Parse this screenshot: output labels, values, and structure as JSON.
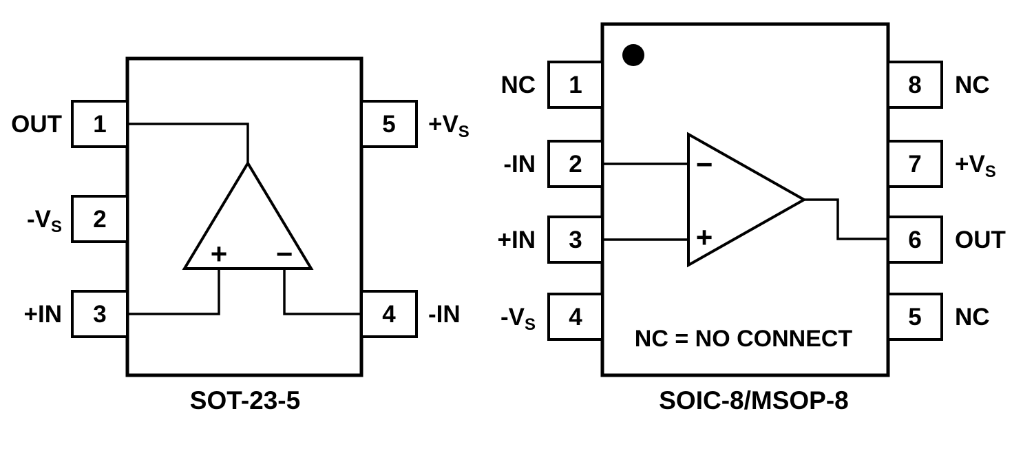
{
  "page": {
    "background": "#ffffff",
    "line_color": "#000000"
  },
  "left_package": {
    "caption": "SOT-23-5",
    "opamp": {
      "noninverting_sign": "+",
      "inverting_sign": "−"
    },
    "pins": {
      "p1": {
        "number": "1",
        "label": "OUT",
        "sub": ""
      },
      "p2": {
        "number": "2",
        "label": "-V",
        "sub": "S"
      },
      "p3": {
        "number": "3",
        "label": "+IN",
        "sub": ""
      },
      "p4": {
        "number": "4",
        "label": "-IN",
        "sub": ""
      },
      "p5": {
        "number": "5",
        "label": "+V",
        "sub": "S"
      }
    }
  },
  "right_package": {
    "caption": "SOIC-8/MSOP-8",
    "note": "NC = NO CONNECT",
    "opamp": {
      "inverting_sign": "−",
      "noninverting_sign": "+"
    },
    "pins": {
      "p1": {
        "number": "1",
        "label": "NC",
        "sub": ""
      },
      "p2": {
        "number": "2",
        "label": "-IN",
        "sub": ""
      },
      "p3": {
        "number": "3",
        "label": "+IN",
        "sub": ""
      },
      "p4": {
        "number": "4",
        "label": "-V",
        "sub": "S"
      },
      "p5": {
        "number": "5",
        "label": "NC",
        "sub": ""
      },
      "p6": {
        "number": "6",
        "label": "OUT",
        "sub": ""
      },
      "p7": {
        "number": "7",
        "label": "+V",
        "sub": "S"
      },
      "p8": {
        "number": "8",
        "label": "NC",
        "sub": ""
      }
    }
  }
}
